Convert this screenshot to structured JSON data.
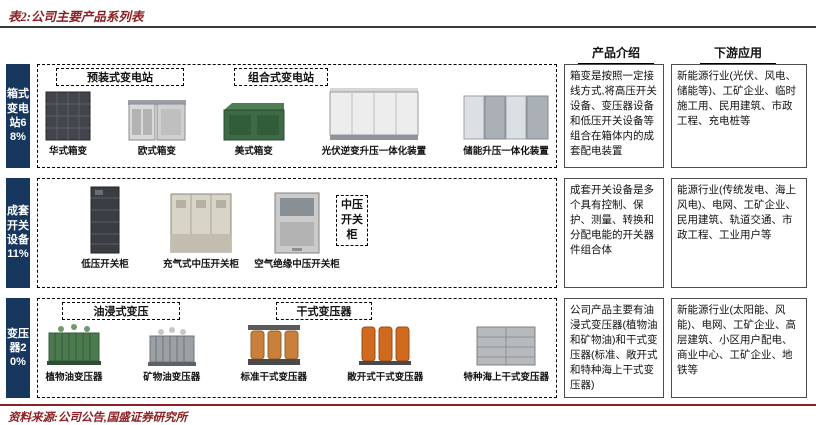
{
  "palette": {
    "accent_red": "#8e1f22",
    "sidebar_blue": "#17375e"
  },
  "title": "表2:公司主要产品系列表",
  "source": "资料来源:公司公告,国盛证券研究所",
  "columns": {
    "intro": "产品介绍",
    "downstream": "下游应用"
  },
  "rows": [
    {
      "category": "箱式变电站68%",
      "groups": [
        "预装式变电站",
        "组合式变电站"
      ],
      "products": [
        {
          "label": "华式箱变"
        },
        {
          "label": "欧式箱变"
        },
        {
          "label": "美式箱变"
        },
        {
          "label": "光伏逆变升压一体化装置"
        },
        {
          "label": "储能升压一体化装置"
        }
      ],
      "intro": "箱变是按照一定接线方式,将高压开关设备、变压器设备和低压开关设备等组合在箱体内的成套配电装置",
      "downstream": "新能源行业(光伏、风电、储能等)、工矿企业、临时施工用、民用建筑、市政工程、充电桩等"
    },
    {
      "category": "成套开关设备11%",
      "groups": [
        "中压开关柜"
      ],
      "products": [
        {
          "label": "低压开关柜"
        },
        {
          "label": "充气式中压开关柜"
        },
        {
          "label": "空气绝缘中压开关柜"
        }
      ],
      "intro": "成套开关设备是多个具有控制、保护、测量、转换和分配电能的开关器件组合体",
      "downstream": "能源行业(传统发电、海上风电)、电网、工矿企业、民用建筑、轨道交通、市政工程、工业用户等"
    },
    {
      "category": "变压器20%",
      "groups": [
        "油浸式变压",
        "干式变压器"
      ],
      "products": [
        {
          "label": "植物油变压器"
        },
        {
          "label": "矿物油变压器"
        },
        {
          "label": "标准干式变压器"
        },
        {
          "label": "敞开式干式变压器"
        },
        {
          "label": "特种海上干式变压器"
        }
      ],
      "intro": "公司产品主要有油浸式变压器(植物油和矿物油)和干式变压器(标准、敞开式和特种海上干式变压器)",
      "downstream": "新能源行业(太阳能、风能)、电网、工矿企业、高层建筑、小区用户配电、商业中心、工矿企业、地铁等"
    }
  ]
}
